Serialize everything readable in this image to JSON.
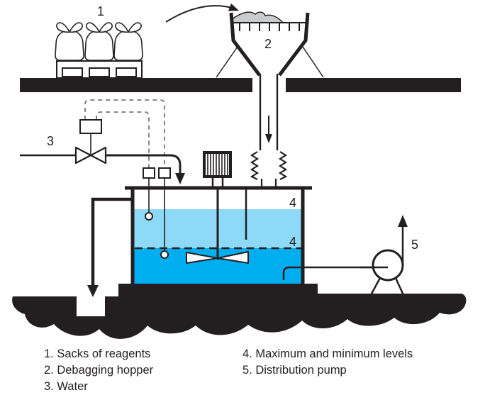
{
  "diagram": {
    "callouts": {
      "sacks": "1",
      "hopper": "2",
      "water": "3",
      "max_level": "4",
      "min_level": "4",
      "pump": "5"
    },
    "legend": {
      "column1": [
        "1. Sacks of reagents",
        "2. Debagging hopper",
        "3. Water"
      ],
      "column2": [
        "4. Maximum and minimum levels",
        "5. Distribution pump"
      ]
    },
    "colors": {
      "ink": "#231f20",
      "water_light": "#8ed8f8",
      "water_dark": "#00aeef",
      "powder_gray": "#c9cbcd",
      "control_dash": "#777777"
    }
  }
}
